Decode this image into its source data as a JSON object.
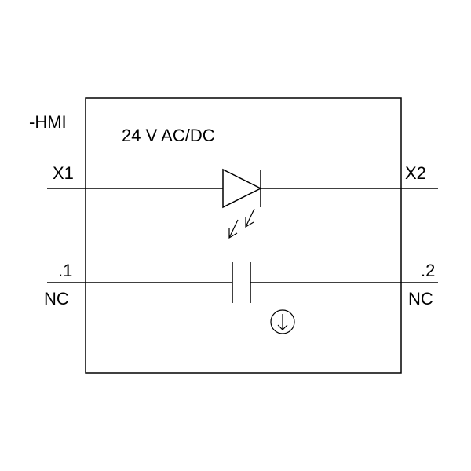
{
  "diagram": {
    "device_tag": "-HMI",
    "voltage_label": "24 V AC/DC",
    "terminals": {
      "left_top": "X1",
      "right_top": "X2",
      "left_bottom_number": ".1",
      "left_bottom_type": "NC",
      "right_bottom_number": ".2",
      "right_bottom_type": "NC"
    },
    "symbols": {
      "led": "led-diode-icon",
      "light_arrows": "light-emission-arrows-icon",
      "contact": "normally-closed-contact-icon",
      "actuator": "push-actuator-icon"
    },
    "colors": {
      "line": "#000000",
      "background": "#ffffff"
    }
  }
}
